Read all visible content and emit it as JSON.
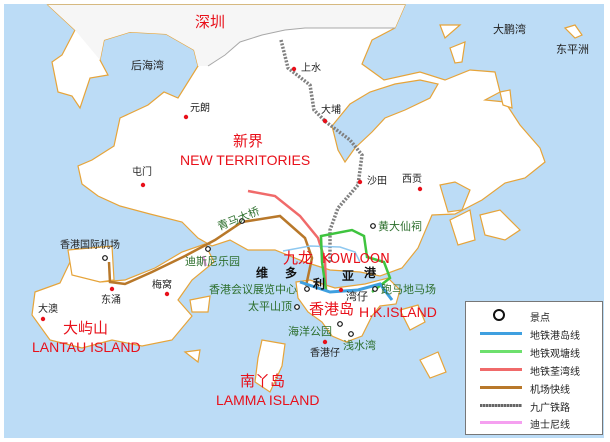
{
  "colors": {
    "water": "#bcdcf6",
    "land": "#ffffff",
    "coast": "#e6a43a",
    "border": "#a8a8a8",
    "mtr_island": "#3fa0e0",
    "mtr_kwun_tong": "#3fc43f",
    "mtr_tsuen_wan": "#f06a6a",
    "airport_express": "#b8782a",
    "kcr": "#808080",
    "disney": "#f5a0f0"
  },
  "regions": {
    "shenzhen": "深圳",
    "new_territories_cn": "新界",
    "new_territories_en": "NEW TERRITORIES",
    "kowloon_cn": "九龙",
    "kowloon_en": "KOWLOON",
    "hk_island_cn": "香港岛",
    "hk_island_en": "H.K.ISLAND",
    "lantau_cn": "大屿山",
    "lantau_en": "LANTAU ISLAND",
    "lamma_cn": "南丫岛",
    "lamma_en": "LAMMA  ISLAND"
  },
  "harbour": [
    "维",
    "多",
    "利",
    "亚",
    "港"
  ],
  "places": {
    "deep_bay": "后海湾",
    "mirs_bay": "大鹏湾",
    "tung_ping_chau": "东平洲",
    "sheung_shui": "上水",
    "yuen_long": "元朗",
    "tai_po": "大埔",
    "tuen_mun": "屯门",
    "sha_tin": "沙田",
    "sai_kung": "西贡",
    "airport": "香港国际机场",
    "tai_o": "大澳",
    "tung_chung": "东涌",
    "mui_wo": "梅窝",
    "wan_chai": "湾仔",
    "aberdeen": "香港仔"
  },
  "attractions": {
    "tsing_ma": "青马大桥",
    "disneyland": "迪斯尼乐园",
    "wong_tai_sin": "黄大仙祠",
    "convention_centre": "香港会议展览中心",
    "peak": "太平山顶",
    "happy_valley": "跑马地马场",
    "ocean_park": "海洋公园",
    "repulse_bay": "浅水湾"
  },
  "legend": [
    {
      "label": "景点",
      "symbol": "circle"
    },
    {
      "label": "地铁港岛线",
      "symbol": "mtr_island"
    },
    {
      "label": "地铁观塘线",
      "symbol": "mtr_kwun_tong"
    },
    {
      "label": "地铁荃湾线",
      "symbol": "mtr_tsuen_wan"
    },
    {
      "label": "机场快线",
      "symbol": "airport_express"
    },
    {
      "label": "九广铁路",
      "symbol": "kcr"
    },
    {
      "label": "迪士尼线",
      "symbol": "disney"
    }
  ]
}
